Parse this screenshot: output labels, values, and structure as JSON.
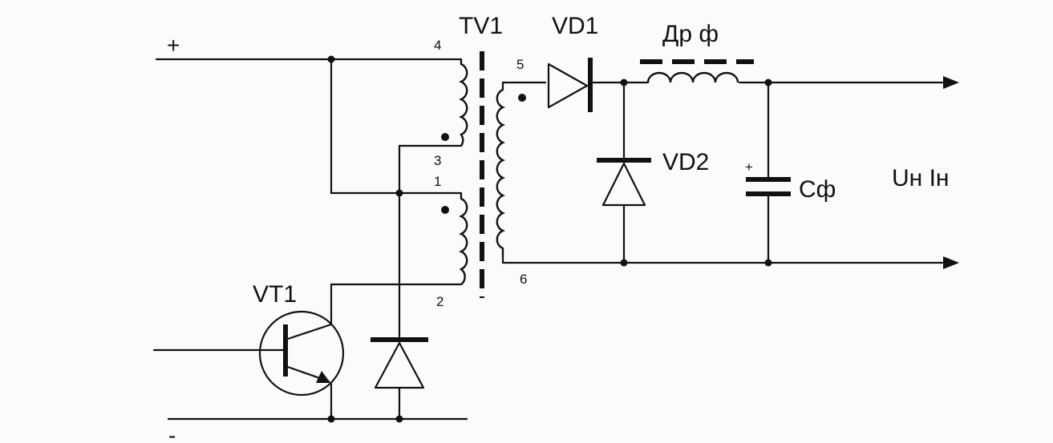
{
  "labels": {
    "plus": "+",
    "minus": "-",
    "transformer": "TV1",
    "diode_vd1": "VD1",
    "diode_vd2": "VD2",
    "choke": "Др ф",
    "capacitor": "Сф",
    "capacitor_polarity": "+",
    "transistor": "VT1",
    "output": "Uн Iн"
  },
  "pins": {
    "p1": "1",
    "p2": "2",
    "p3": "3",
    "p4": "4",
    "p5": "5",
    "p6": "6"
  }
}
